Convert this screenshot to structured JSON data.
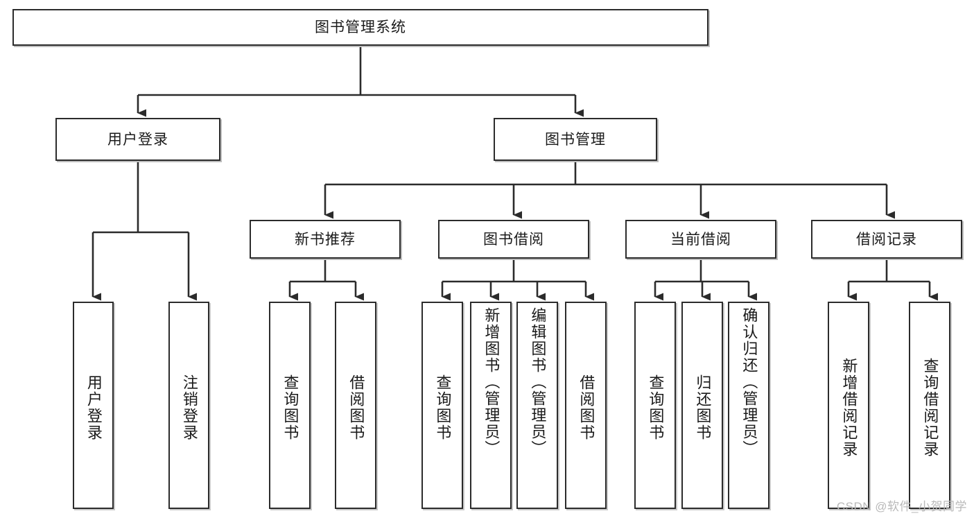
{
  "diagram": {
    "title": "图书管理系统",
    "type": "tree-hierarchy-diagram",
    "root": {
      "label": "图书管理系统"
    },
    "level2": [
      {
        "label": "用户登录"
      },
      {
        "label": "图书管理"
      }
    ],
    "level3": [
      {
        "label": "新书推荐"
      },
      {
        "label": "图书借阅"
      },
      {
        "label": "当前借阅"
      },
      {
        "label": "借阅记录"
      }
    ],
    "leaves": [
      {
        "label": "用户登录",
        "parent": "用户登录"
      },
      {
        "label": "注销登录",
        "parent": "用户登录"
      },
      {
        "label": "查询图书",
        "parent": "新书推荐"
      },
      {
        "label": "借阅图书",
        "parent": "新书推荐"
      },
      {
        "label": "查询图书",
        "parent": "图书借阅"
      },
      {
        "label": "新增图书（管理员）",
        "parent": "图书借阅"
      },
      {
        "label": "编辑图书（管理员）",
        "parent": "图书借阅"
      },
      {
        "label": "借阅图书",
        "parent": "图书借阅"
      },
      {
        "label": "查询图书",
        "parent": "当前借阅"
      },
      {
        "label": "归还图书",
        "parent": "当前借阅"
      },
      {
        "label": "确认归还（管理员）",
        "parent": "当前借阅"
      },
      {
        "label": "新增借阅记录",
        "parent": "借阅记录"
      },
      {
        "label": "查询借阅记录",
        "parent": "借阅记录"
      }
    ],
    "colors": {
      "stroke": "#2b2b2b",
      "text": "#1a1a1a",
      "background": "#ffffff",
      "watermark": "#b9b9b9"
    }
  },
  "watermark": {
    "text": "CSDN @软件_小贺同学"
  }
}
